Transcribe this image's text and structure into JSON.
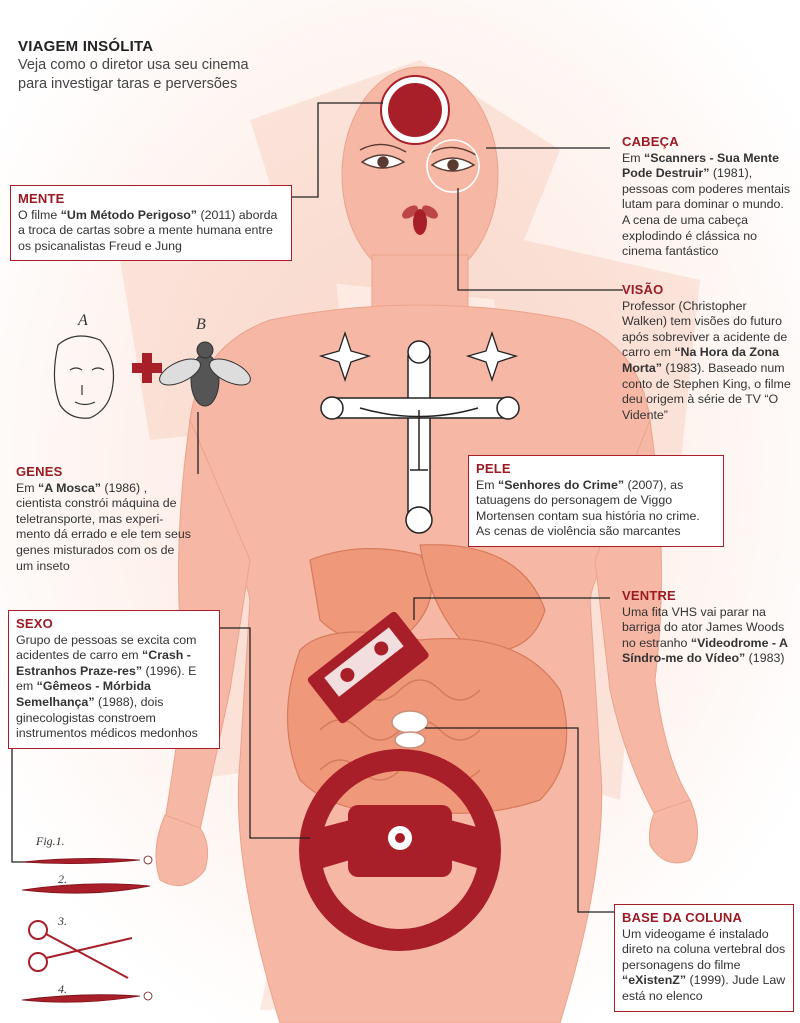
{
  "header": {
    "title": "VIAGEM INSÓLITA",
    "subtitle_line1": "Veja como o diretor usa seu cinema",
    "subtitle_line2": "para investigar taras e perversões"
  },
  "colors": {
    "accent": "#a81f2a",
    "skin": "#f6b6a2",
    "skin_light": "#fbd6c8",
    "organ": "#f09a7c"
  },
  "callouts": {
    "mente": {
      "heading": "MENTE",
      "pre": "O filme ",
      "film": "“Um Método Perigoso”",
      "post": " (2011) aborda a troca de cartas sobre a mente humana entre os psicanalistas Freud e Jung"
    },
    "cabeca": {
      "heading": "CABEÇA",
      "pre": "Em ",
      "film": "“Scanners - Sua Mente Pode Destruir”",
      "post": " (1981), pessoas com poderes mentais lutam para dominar o mundo. A cena de uma cabeça explodindo é clássica no cinema fantástico"
    },
    "visao": {
      "heading": "VISÃO",
      "pre": "Professor (Christopher Walken) tem visões do futuro após sobreviver a acidente de carro em ",
      "film": "“Na Hora da Zona Morta”",
      "post": " (1983). Baseado num conto de Stephen King, o filme deu origem à série de TV “O Vidente”"
    },
    "genes": {
      "heading": "GENES",
      "pre": "Em ",
      "film": "“A Mosca”",
      "post": " (1986) , cientista constrói máquina de teletransporte, mas experi-mento dá errado e ele tem seus genes misturados com os de um inseto"
    },
    "pele": {
      "heading": "PELE",
      "pre": "Em ",
      "film": "“Senhores do Crime”",
      "post": " (2007), as tatuagens do personagem de  Viggo Mortensen contam sua história no crime. As cenas de violência são marcantes"
    },
    "ventre": {
      "heading": "VENTRE",
      "pre": "Uma fita VHS vai parar na barriga do ator James Woods no estranho ",
      "film": "“Videodrome - A Síndro-me do Vídeo”",
      "post": " (1983)"
    },
    "sexo": {
      "heading": "SEXO",
      "pre": "Grupo de pessoas se excita com acidentes de carro em ",
      "film": "“Crash - Estranhos Praze-res”",
      "mid": " (1996). E em ",
      "film2": "“Gêmeos - Mórbida Semelhança”",
      "post": " (1988), dois ginecologistas constroem instrumentos médicos medonhos"
    },
    "base": {
      "heading": "BASE DA COLUNA",
      "pre": "Um videogame é instalado direto na coluna vertebral dos personagens do filme ",
      "film": "“eXistenZ”",
      "post": " (1999). Jude Law está no elenco"
    }
  },
  "genes_labels": {
    "a": "A",
    "b": "B"
  },
  "instrument_labels": [
    "Fig.1.",
    "2.",
    "3.",
    "4."
  ]
}
